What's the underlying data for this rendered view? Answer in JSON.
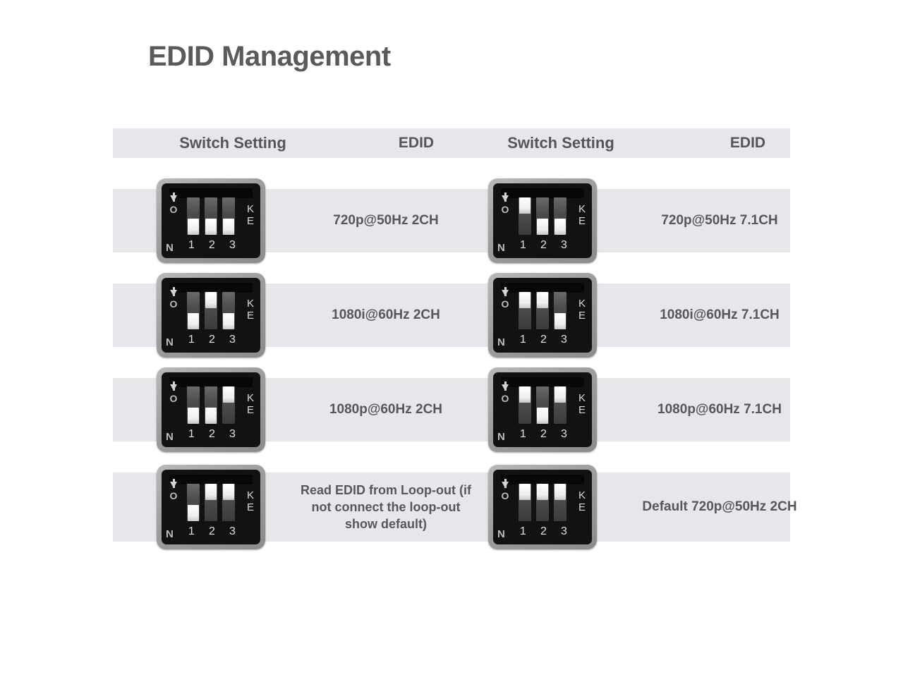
{
  "page": {
    "title": "EDID Management",
    "background_color": "#ffffff",
    "title_color": "#5a5a5a",
    "band_color": "#e5e7eb",
    "text_color": "#55575c"
  },
  "table": {
    "headers": [
      {
        "label": "Switch Setting"
      },
      {
        "label": "EDID"
      },
      {
        "label": "Switch Setting"
      },
      {
        "label": "EDID"
      }
    ],
    "rows": [
      {
        "left": {
          "switch_label_on": "ON",
          "switch_label_n": "N",
          "switch_label_ke": "KE",
          "switch_numbers": [
            "1",
            "2",
            "3"
          ],
          "switch_states": [
            "off",
            "off",
            "off"
          ],
          "edid": "720p@50Hz 2CH"
        },
        "right": {
          "switch_label_on": "ON",
          "switch_label_n": "N",
          "switch_label_ke": "KE",
          "switch_numbers": [
            "1",
            "2",
            "3"
          ],
          "switch_states": [
            "on",
            "off",
            "off"
          ],
          "edid": "720p@50Hz 7.1CH"
        }
      },
      {
        "left": {
          "switch_label_on": "ON",
          "switch_label_n": "N",
          "switch_label_ke": "KE",
          "switch_numbers": [
            "1",
            "2",
            "3"
          ],
          "switch_states": [
            "off",
            "on",
            "off"
          ],
          "edid": "1080i@60Hz 2CH"
        },
        "right": {
          "switch_label_on": "ON",
          "switch_label_n": "N",
          "switch_label_ke": "KE",
          "switch_numbers": [
            "1",
            "2",
            "3"
          ],
          "switch_states": [
            "on",
            "on",
            "off"
          ],
          "edid": "1080i@60Hz 7.1CH"
        }
      },
      {
        "left": {
          "switch_label_on": "ON",
          "switch_label_n": "N",
          "switch_label_ke": "KE",
          "switch_numbers": [
            "1",
            "2",
            "3"
          ],
          "switch_states": [
            "off",
            "off",
            "on"
          ],
          "edid": "1080p@60Hz 2CH"
        },
        "right": {
          "switch_label_on": "ON",
          "switch_label_n": "N",
          "switch_label_ke": "KE",
          "switch_numbers": [
            "1",
            "2",
            "3"
          ],
          "switch_states": [
            "on",
            "off",
            "on"
          ],
          "edid": "1080p@60Hz 7.1CH"
        }
      },
      {
        "left": {
          "switch_label_on": "ON",
          "switch_label_n": "N",
          "switch_label_ke": "KE",
          "switch_numbers": [
            "1",
            "2",
            "3"
          ],
          "switch_states": [
            "off",
            "on",
            "on"
          ],
          "edid": "Read EDID from Loop-out (if not connect the loop-out show default)"
        },
        "right": {
          "switch_label_on": "ON",
          "switch_label_n": "N",
          "switch_label_ke": "KE",
          "switch_numbers": [
            "1",
            "2",
            "3"
          ],
          "switch_states": [
            "on",
            "on",
            "on"
          ],
          "edid": "Default 720p@50Hz 2CH"
        }
      }
    ]
  }
}
